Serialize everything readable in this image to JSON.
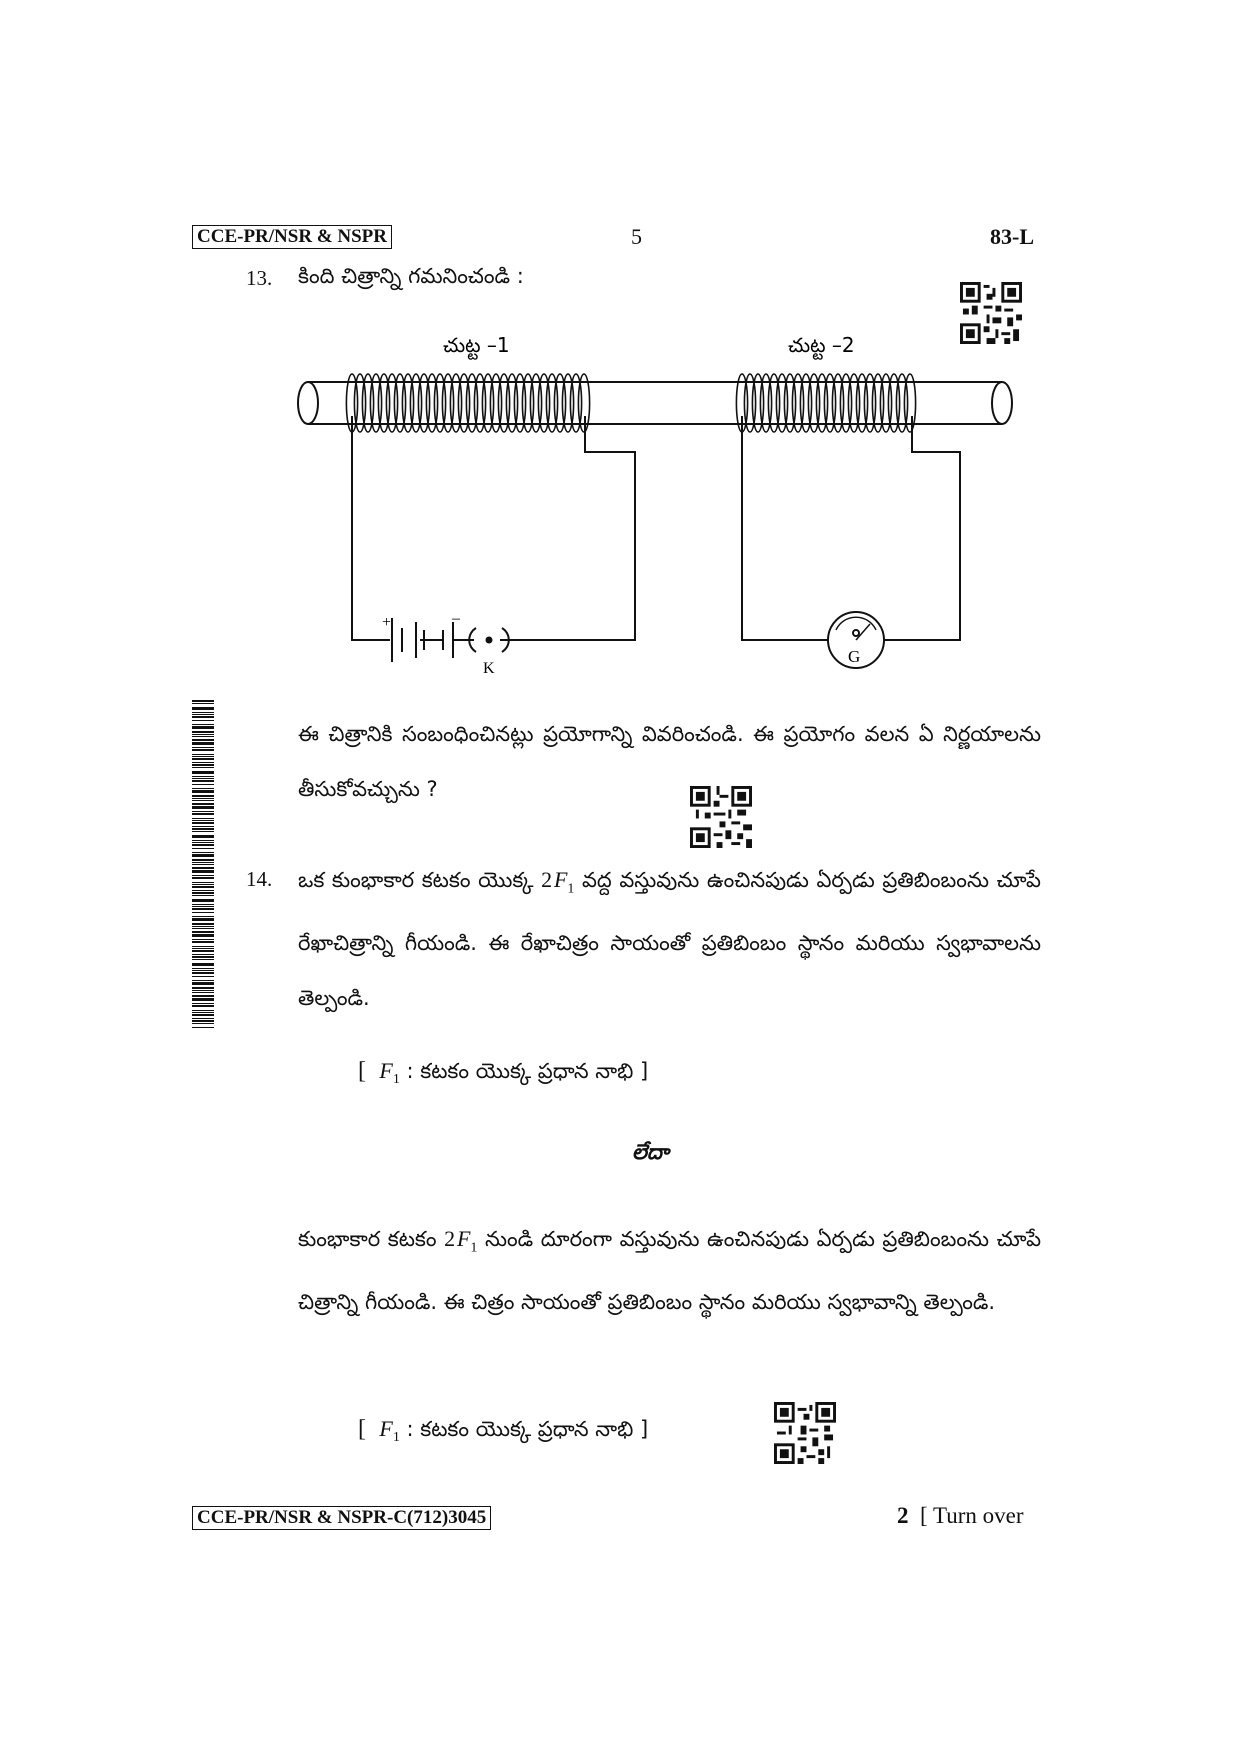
{
  "header": {
    "left_code": "CCE-PR/NSR & NSPR",
    "page_number": "5",
    "right_code": "83-L"
  },
  "q13": {
    "number": "13.",
    "prompt": "కింది చిత్రాన్ని గమనించండి :",
    "coil1_label": "చుట్ట –1",
    "coil2_label": "చుట్ట –2",
    "key_label": "K",
    "galvanometer_label": "G",
    "battery_plus": "+",
    "battery_minus": "–",
    "question": "ఈ చిత్రానికి సంబంధించినట్లు ప్రయోగాన్ని వివరించండి. ఈ ప్రయోగం వలన ఏ నిర్ణయాలను తీసుకోవచ్చును ?"
  },
  "q14": {
    "number": "14.",
    "text_a_pre": "ఒక కుంభాకార కటకం యొక్క",
    "text_a_post": "వద్ద వస్తువును ఉంచినపుడు ఏర్పడు ప్రతిబింబంను చూపే రేఖాచిత్రాన్ని గీయండి. ఈ రేఖాచిత్రం సాయంతో ప్రతిబింబం స్థానం మరియు స్వభావాలను తెల్పండి.",
    "term_two": "2",
    "term_f": "F",
    "term_sub": "1",
    "note_open": "[",
    "note_text": ": కటకం యొక్క ప్రధాన నాభి ]",
    "or_label": "లేదా",
    "text_b_pre": "కుంభాకార కటకం",
    "text_b_post": "నుండి దూరంగా వస్తువును ఉంచినపుడు ఏర్పడు ప్రతిబింబంను చూపే చిత్రాన్ని గీయండి. ఈ చిత్రం సాయంతో ప్రతిబింబం స్థానం మరియు స్వభావాన్ని తెల్పండి."
  },
  "footer": {
    "left_code": "CCE-PR/NSR & NSPR-C(712)3045",
    "page_sheet": "2",
    "turn_over": "[ Turn over"
  }
}
